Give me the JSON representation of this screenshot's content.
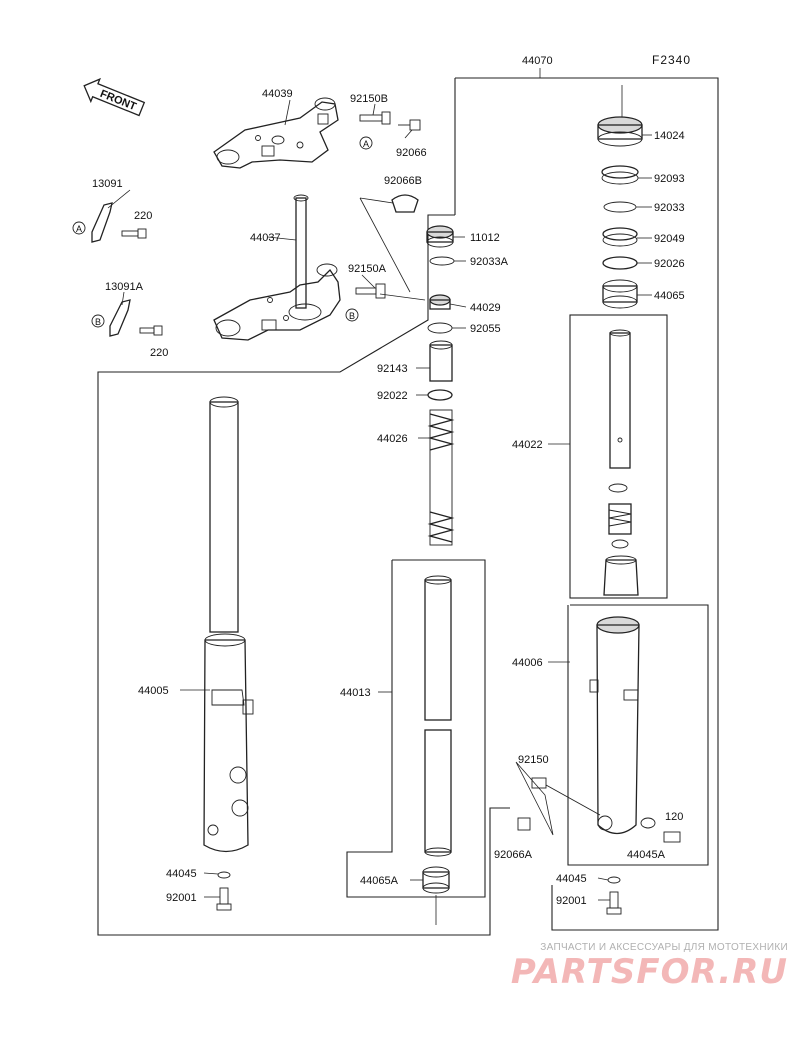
{
  "diagram": {
    "code": "F2340",
    "front_label": "FRONT",
    "assembly_label": "44070",
    "callout_a": "A",
    "callout_b": "B",
    "parts": {
      "p44039": "44039",
      "p92150B": "92150B",
      "p92066": "92066",
      "p13091": "13091",
      "p220a": "220",
      "p92066B": "92066B",
      "p44037": "44037",
      "p92150A": "92150A",
      "p13091A": "13091A",
      "p220b": "220",
      "p11012": "11012",
      "p92033A": "92033A",
      "p44029": "44029",
      "p92055": "92055",
      "p92143": "92143",
      "p92022": "92022",
      "p44026": "44026",
      "p44013": "44013",
      "p44065A": "44065A",
      "p44005": "44005",
      "p44045L": "44045",
      "p92001L": "92001",
      "p14024": "14024",
      "p92093": "92093",
      "p92033": "92033",
      "p92049": "92049",
      "p92026": "92026",
      "p44065": "44065",
      "p44022": "44022",
      "p44006": "44006",
      "p92150": "92150",
      "p120": "120",
      "p44045A": "44045A",
      "p92066A": "92066A",
      "p44045R": "44045",
      "p92001R": "92001"
    }
  },
  "watermark": {
    "tagline": "ЗАПЧАСТИ И АКСЕССУАРЫ ДЛЯ МОТОТЕХНИКИ",
    "logo": "PARTSFOR.RU"
  }
}
